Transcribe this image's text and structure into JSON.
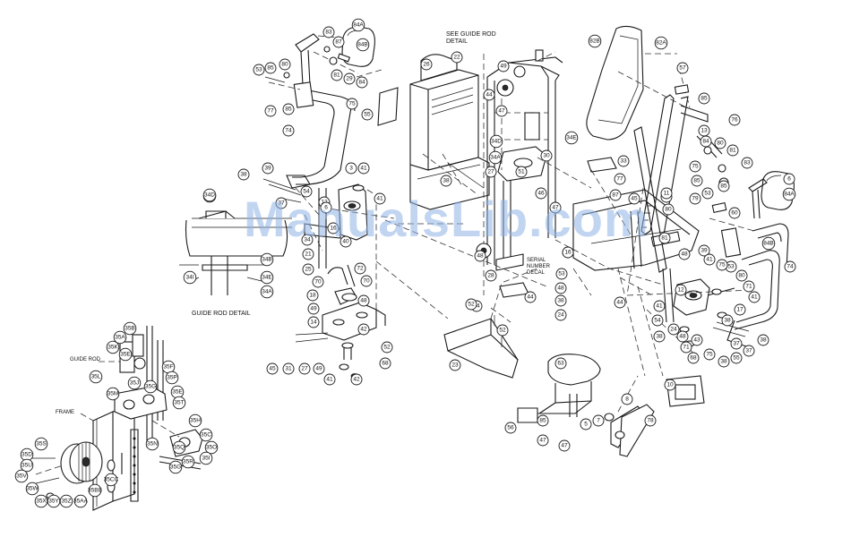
{
  "watermark": "ManualsLib.com",
  "notes": {
    "see_guide_rod_1": "SEE GUIDE ROD",
    "see_guide_rod_2": "DETAIL",
    "guide_rod_detail": "GUIDE ROD DETAIL",
    "serial_1": "SERIAL",
    "serial_2": "NUMBER",
    "serial_3": "DECAL",
    "guide_rod_label": "GUIDE ROD",
    "frame_label": "FRAME"
  },
  "callouts": {
    "armL": [
      "83",
      "84A",
      "87",
      "84B",
      "53",
      "85",
      "80",
      "81",
      "29",
      "84",
      "77",
      "85",
      "74",
      "75",
      "55"
    ],
    "pivotL": [
      "38",
      "39",
      "37",
      "34C",
      "54",
      "12",
      "16",
      "3",
      "41",
      "41",
      "6",
      "21",
      "34",
      "40",
      "25",
      "72",
      "70",
      "70",
      "18",
      "49",
      "48",
      "14",
      "42",
      "52",
      "45",
      "31",
      "27",
      "49",
      "41",
      "42",
      "68"
    ],
    "shroud": [
      "26",
      "22",
      "49",
      "34D",
      "44",
      "47",
      "34A",
      "27",
      "34E",
      "51",
      "30",
      "33",
      "46",
      "28",
      "48",
      "28",
      "44",
      "47",
      "44",
      "52",
      "53",
      "48",
      "38",
      "24",
      "38"
    ],
    "rightFrame": [
      "82B",
      "82A",
      "57",
      "85",
      "76",
      "13",
      "84",
      "80",
      "81",
      "83",
      "75",
      "85",
      "77",
      "10",
      "87",
      "45",
      "11",
      "80",
      "81",
      "79",
      "53",
      "85",
      "60",
      "6",
      "84A",
      "84B",
      "74",
      "16",
      "44",
      "48",
      "39",
      "53",
      "41",
      "75",
      "80",
      "71",
      "41",
      "12",
      "17",
      "38",
      "54",
      "41",
      "48",
      "38",
      "43",
      "24",
      "37",
      "37",
      "55",
      "38",
      "71",
      "68",
      "75",
      "38",
      "10"
    ],
    "seat": [
      "52",
      "23",
      "63",
      "56",
      "85",
      "47",
      "47",
      "5",
      "7",
      "8",
      "78"
    ],
    "guideDetail": [
      "34D",
      "34B",
      "34I",
      "34E",
      "34A"
    ],
    "stack": [
      "35B",
      "35A",
      "35K",
      "35E",
      "35L",
      "35M",
      "35J",
      "35F",
      "35G",
      "35P",
      "35E",
      "35T",
      "35H",
      "35C",
      "35N",
      "35Q",
      "35O",
      "35R",
      "35I",
      "35G",
      "35S",
      "35D",
      "35U",
      "35V",
      "35W",
      "35X",
      "35Y",
      "35Z",
      "35AA",
      "35BB",
      "35CC"
    ]
  }
}
